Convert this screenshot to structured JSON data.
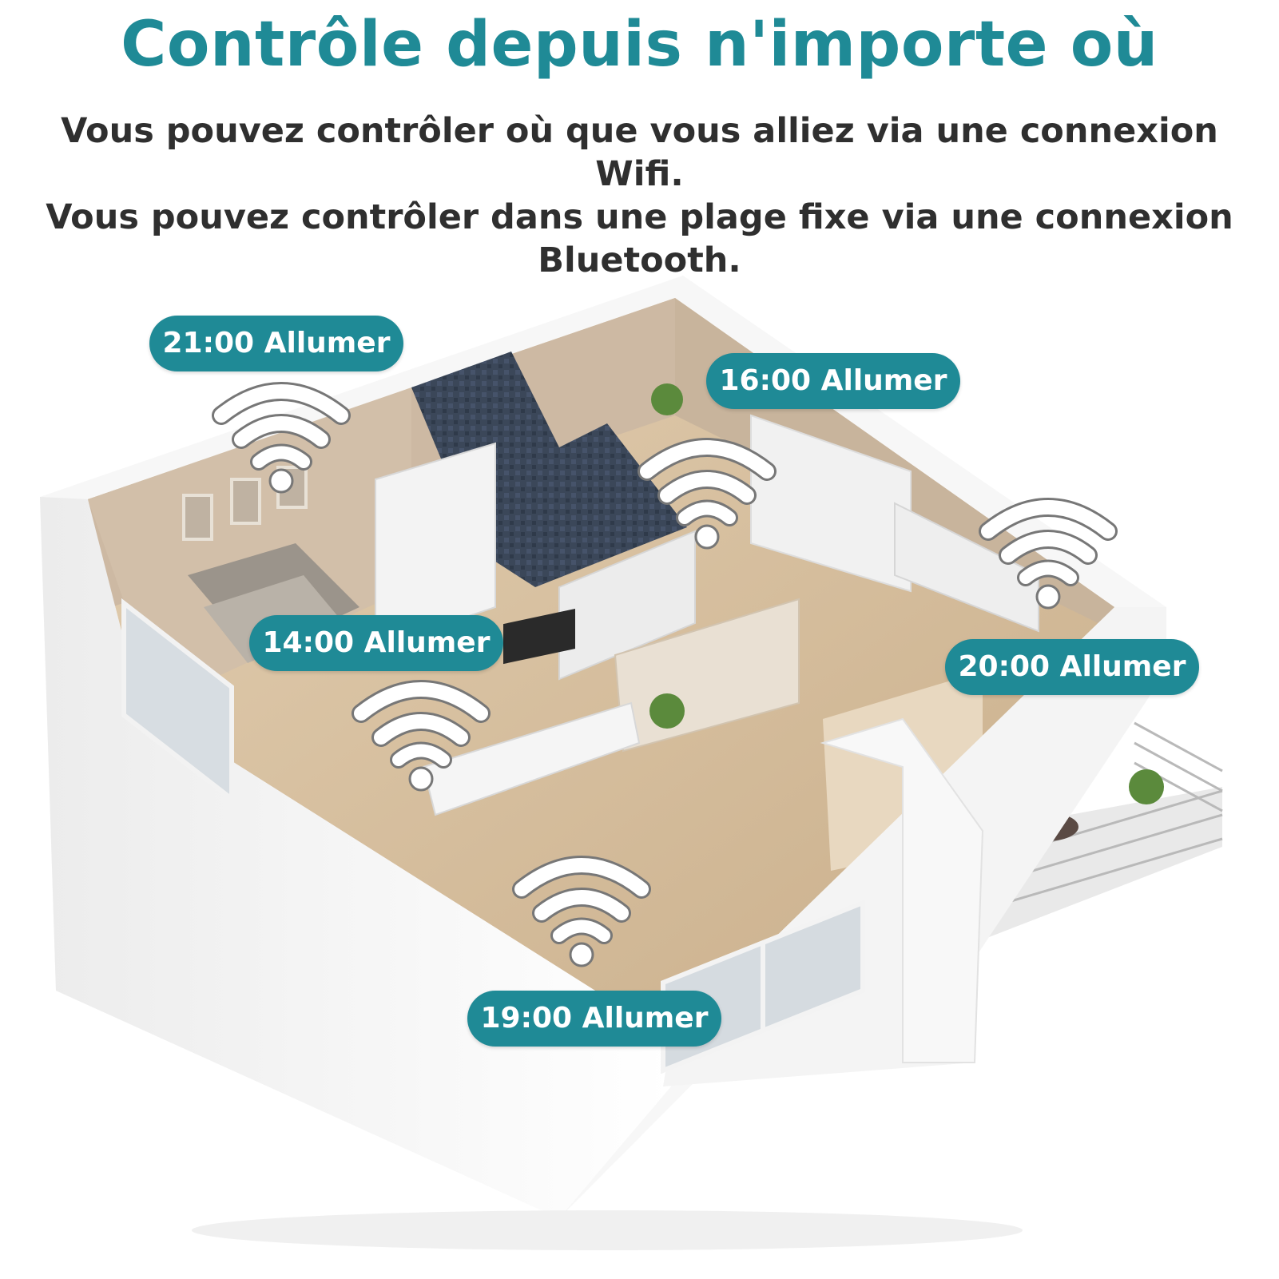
{
  "title": "Contrôle depuis n'importe où",
  "subtitle": {
    "line1": "Vous pouvez contrôler où que vous alliez via une connexion Wifi.",
    "line2": "Vous pouvez contrôler dans une plage fixe via une connexion",
    "line3": "Bluetooth."
  },
  "schedule_labels": [
    "21:00 Allumer",
    "16:00 Allumer",
    "14:00 Allumer",
    "20:00 Allumer",
    "19:00 Allumer"
  ],
  "colors": {
    "accent": "#1f8a96",
    "subtitle_text": "#2f2f2f",
    "wall_white": "#f6f6f6",
    "wall_shadow": "#dcdcdc",
    "floor_wood": "#d9c3a5",
    "interior_wall": "#cdb8a2",
    "bathroom_tile": "#3e4b5f"
  },
  "icons": [
    "wifi-icon"
  ]
}
